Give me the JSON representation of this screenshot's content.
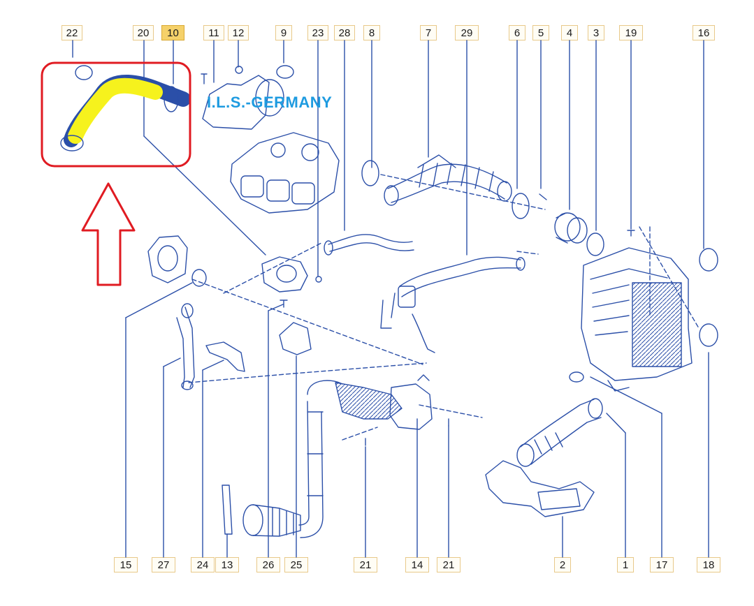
{
  "watermark": "I.L.S.-GERMANY",
  "top_labels": [
    "22",
    "20",
    "10",
    "11",
    "12",
    "9",
    "23",
    "28",
    "8",
    "7",
    "29",
    "6",
    "5",
    "4",
    "3",
    "19",
    "16"
  ],
  "bottom_labels": [
    "15",
    "27",
    "24",
    "13",
    "26",
    "25",
    "21",
    "14",
    "21",
    "2",
    "1",
    "17",
    "18"
  ],
  "highlighted_part": "10",
  "colors": {
    "line": "#2b4fa8",
    "highlight": "#f6f21d",
    "callout": "#e01b22",
    "label_bg": "#fffdf5"
  }
}
